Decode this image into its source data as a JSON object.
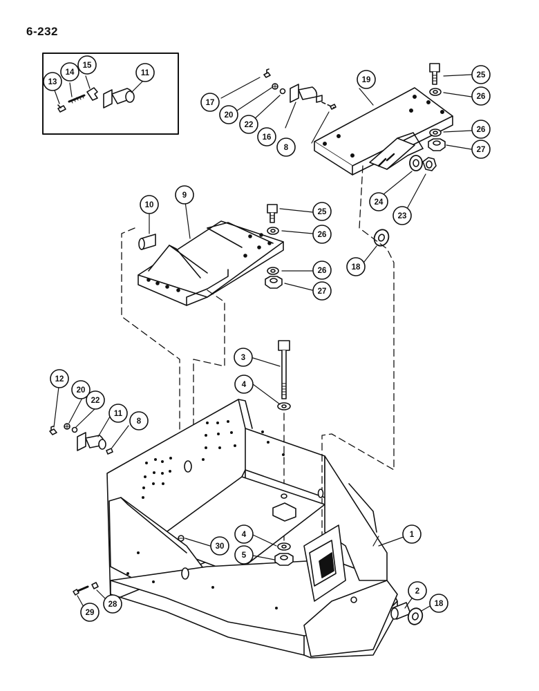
{
  "page_number": "6-232",
  "callouts": [
    {
      "id": "c1",
      "label": "1"
    },
    {
      "id": "c2",
      "label": "2"
    },
    {
      "id": "c3",
      "label": "3"
    },
    {
      "id": "c4a",
      "label": "4"
    },
    {
      "id": "c4b",
      "label": "4"
    },
    {
      "id": "c5",
      "label": "5"
    },
    {
      "id": "c8a",
      "label": "8"
    },
    {
      "id": "c8b",
      "label": "8"
    },
    {
      "id": "c9",
      "label": "9"
    },
    {
      "id": "c10",
      "label": "10"
    },
    {
      "id": "c11a",
      "label": "11"
    },
    {
      "id": "c11b",
      "label": "11"
    },
    {
      "id": "c12",
      "label": "12"
    },
    {
      "id": "c13",
      "label": "13"
    },
    {
      "id": "c14",
      "label": "14"
    },
    {
      "id": "c15",
      "label": "15"
    },
    {
      "id": "c16",
      "label": "16"
    },
    {
      "id": "c17",
      "label": "17"
    },
    {
      "id": "c18a",
      "label": "18"
    },
    {
      "id": "c18b",
      "label": "18"
    },
    {
      "id": "c19",
      "label": "19"
    },
    {
      "id": "c20a",
      "label": "20"
    },
    {
      "id": "c20b",
      "label": "20"
    },
    {
      "id": "c22a",
      "label": "22"
    },
    {
      "id": "c22b",
      "label": "22"
    },
    {
      "id": "c23",
      "label": "23"
    },
    {
      "id": "c24",
      "label": "24"
    },
    {
      "id": "c25a",
      "label": "25"
    },
    {
      "id": "c25b",
      "label": "25"
    },
    {
      "id": "c26a",
      "label": "26"
    },
    {
      "id": "c26b",
      "label": "26"
    },
    {
      "id": "c26c",
      "label": "26"
    },
    {
      "id": "c26d",
      "label": "26"
    },
    {
      "id": "c27a",
      "label": "27"
    },
    {
      "id": "c27b",
      "label": "27"
    },
    {
      "id": "c28",
      "label": "28"
    },
    {
      "id": "c29",
      "label": "29"
    },
    {
      "id": "c30",
      "label": "30"
    }
  ]
}
